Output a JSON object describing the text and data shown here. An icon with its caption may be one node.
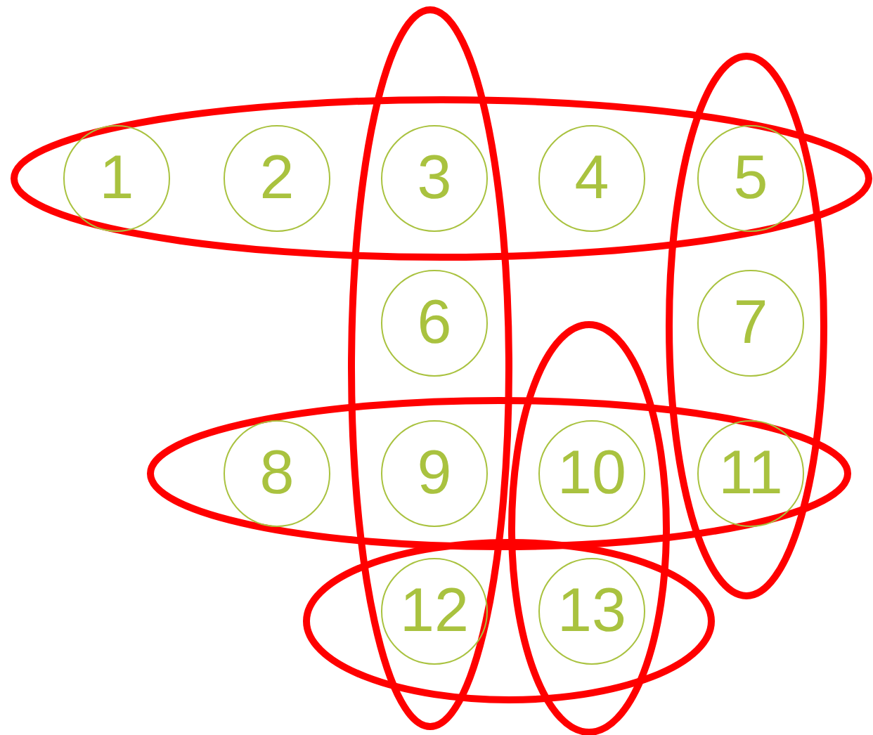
{
  "diagram": {
    "nodes": [
      {
        "text": [
          "1"
        ]
      },
      {
        "text": [
          "2"
        ]
      },
      {
        "text": [
          "3"
        ]
      },
      {
        "text": [
          "4"
        ]
      },
      {
        "text": [
          "5"
        ]
      },
      {
        "text": [
          "6"
        ]
      },
      {
        "text": [
          "7"
        ]
      },
      {
        "text": [
          "8"
        ]
      },
      {
        "text": [
          "9"
        ]
      },
      {
        "text": [
          "10"
        ]
      },
      {
        "text": [
          "11"
        ]
      },
      {
        "text": [
          "12"
        ]
      },
      {
        "text": [
          "13"
        ]
      }
    ]
  }
}
